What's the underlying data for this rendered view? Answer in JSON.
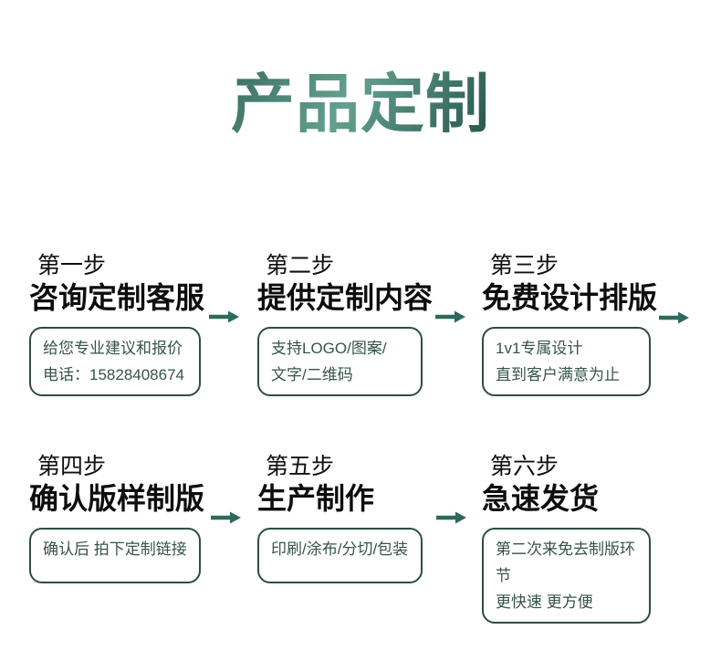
{
  "page": {
    "title": "产品定制"
  },
  "colors": {
    "arrow": "#2d6a5b",
    "box_border": "#2e4d46",
    "box_text": "#37534c",
    "title_dark": "#102b25",
    "title_light": "#63a08f",
    "heading_text": "#0d0d0d",
    "background": "#ffffff"
  },
  "steps": [
    {
      "step": "第一步",
      "title": "咨询定制客服",
      "lines": [
        "给您专业建议和报价",
        "电话：15828408674"
      ]
    },
    {
      "step": "第二步",
      "title": "提供定制内容",
      "lines": [
        "支持LOGO/图案/",
        "文字/二维码"
      ]
    },
    {
      "step": "第三步",
      "title": "免费设计排版",
      "lines": [
        "1v1专属设计",
        "直到客户满意为止"
      ]
    },
    {
      "step": "第四步",
      "title": "确认版样制版",
      "lines": [
        "确认后 拍下定制链接"
      ]
    },
    {
      "step": "第五步",
      "title": "生产制作",
      "lines": [
        "印刷/涂布/分切/包装"
      ]
    },
    {
      "step": "第六步",
      "title": "急速发货",
      "lines": [
        "第二次来免去制版环节",
        "更快速 更方便"
      ]
    }
  ]
}
